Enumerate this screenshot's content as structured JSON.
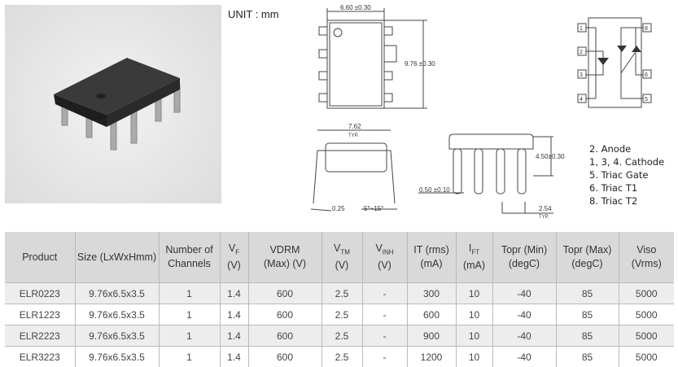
{
  "unit_label": "UNIT : mm",
  "drawing": {
    "width_dim": "6.60 ±0.30",
    "length_dim": "9.76 ±0.30",
    "side_width": "7.62",
    "typ": "TYP.",
    "lead_thk": "0.25",
    "angle": "5°~15°",
    "lead_w": "0.50 ±0.10",
    "height_dim": "4.50±0.30",
    "pitch": "2.54",
    "pin_nums": [
      "1",
      "2",
      "3",
      "4",
      "8",
      "6",
      "5"
    ]
  },
  "pinout": [
    "2. Anode",
    "1, 3, 4. Cathode",
    "5. Triac Gate",
    "6. Triac T1",
    "8. Triac T2"
  ],
  "table": {
    "headers": [
      {
        "l1": "Product"
      },
      {
        "l1": "Size (LxWxHmm)"
      },
      {
        "l1": "Number of",
        "l2": "Channels"
      },
      {
        "main": "V",
        "sub": "F",
        "l2": "(V)"
      },
      {
        "l1": "VDRM",
        "l2": "(Max) (V)"
      },
      {
        "main": "V",
        "sub": "TM",
        "l2": "(V)"
      },
      {
        "main": "V",
        "sub": "INH",
        "l2": "(V)"
      },
      {
        "l1": "IT (rms)",
        "l2": "(mA)"
      },
      {
        "main": "I",
        "sub": "FT",
        "l2": "(mA)"
      },
      {
        "l1": "Topr  (Min)",
        "l2": "(degC)"
      },
      {
        "l1": "Topr  (Max)",
        "l2": "(degC)"
      },
      {
        "l1": "Viso",
        "l2": "(Vrms)"
      }
    ],
    "rows": [
      [
        "ELR0223",
        "9.76x6.5x3.5",
        "1",
        "1.4",
        "600",
        "2.5",
        "-",
        "300",
        "10",
        "-40",
        "85",
        "5000"
      ],
      [
        "ELR1223",
        "9.76x6.5x3.5",
        "1",
        "1.4",
        "600",
        "2.5",
        "-",
        "600",
        "10",
        "-40",
        "85",
        "5000"
      ],
      [
        "ELR2223",
        "9.76x6.5x3.5",
        "1",
        "1.4",
        "600",
        "2.5",
        "-",
        "900",
        "10",
        "-40",
        "85",
        "5000"
      ],
      [
        "ELR3223",
        "9.76x6.5x3.5",
        "1",
        "1.4",
        "600",
        "2.5",
        "-",
        "1200",
        "10",
        "-40",
        "85",
        "5000"
      ]
    ]
  }
}
